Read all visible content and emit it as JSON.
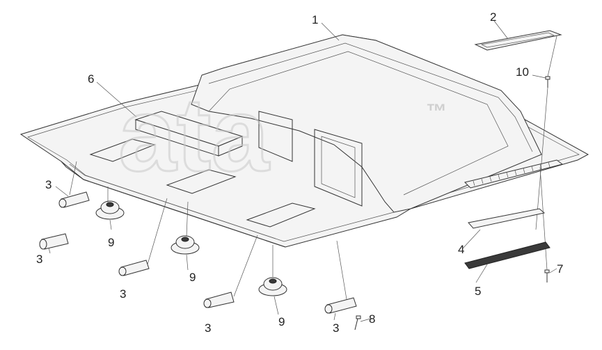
{
  "diagram": {
    "watermark": "ata",
    "trademark": "™",
    "callouts": {
      "c1": "1",
      "c2": "2",
      "c3a": "3",
      "c3b": "3",
      "c3c": "3",
      "c3d": "3",
      "c3e": "3",
      "c4": "4",
      "c5": "5",
      "c6": "6",
      "c7": "7",
      "c8": "8",
      "c9a": "9",
      "c9b": "9",
      "c9c": "9",
      "c10": "10"
    },
    "colors": {
      "line": "#333333",
      "watermark": "#c9c9c9",
      "mat": "#3a3a3a"
    }
  }
}
